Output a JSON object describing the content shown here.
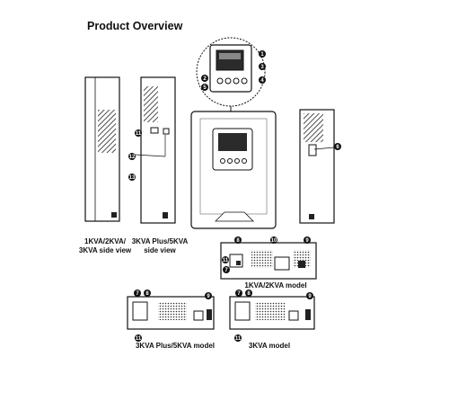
{
  "page": {
    "title": "Product Overview"
  },
  "captions": {
    "side_1_3kva": [
      "1KVA/2KVA/",
      "3KVA side view"
    ],
    "side_3plus_5kva": [
      "3KVA Plus/5KVA",
      "side view"
    ],
    "model_1_2kva": "1KVA/2KVA model",
    "model_3plus_5kva": "3KVA Plus/5KVA model",
    "model_3kva": "3KVA model"
  },
  "callouts": [
    "1",
    "2",
    "3",
    "4",
    "5",
    "6",
    "7",
    "8",
    "9",
    "10",
    "11",
    "12",
    "13"
  ]
}
